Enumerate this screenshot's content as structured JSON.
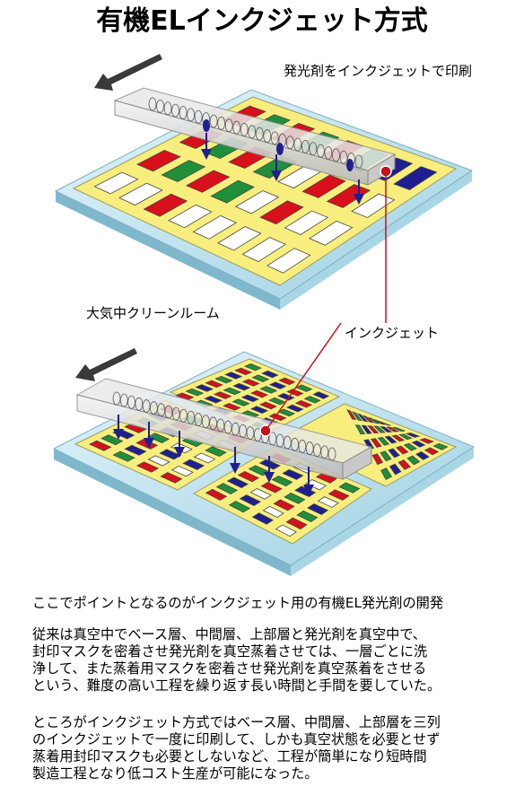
{
  "title": "有機ELインクジェット方式",
  "labels": {
    "printing": "発光剤をインクジェットで印刷",
    "cleanroom": "大気中クリーンルーム",
    "inkjet": "インクジェット"
  },
  "heading": "ここでポイントとなるのがインクジェット用の有機EL発光剤の開発",
  "paragraph1": [
    "従来は真空中でベース層、中間層、上部層と発光剤を真空中で、",
    "封印マスクを密着させ発光剤を真空蒸着させては、一層ごとに洗",
    "浄して、また蒸着用マスクを密着させ発光剤を真空蒸着をさせる",
    "という、難度の高い工程を繰り返す長い時間と手間を要していた。"
  ],
  "paragraph2": [
    "ところがインクジェット方式ではベース層、中間層、上部層を三列",
    "のインクジェットで一度に印刷して、しかも真空状態を必要とせず",
    "蒸着用封印マスクも必要としないなど、工程が簡単になり短時間",
    "製造工程となり低コスト生産が可能になった。"
  ],
  "colors": {
    "red": "#d8101c",
    "green": "#1f8f3a",
    "blue": "#1f1f8f",
    "panel": "#f7ee7e",
    "glass": "#bfe3ef",
    "pointer": "#c8101c"
  }
}
